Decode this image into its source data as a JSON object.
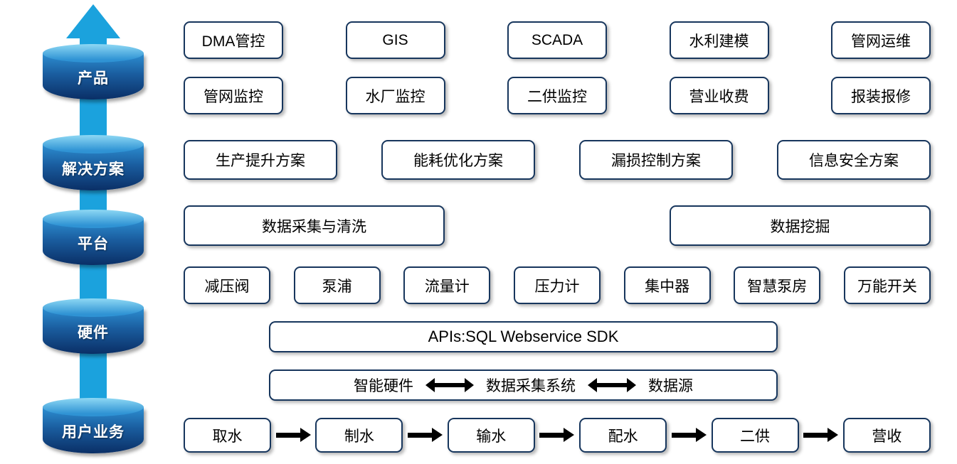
{
  "axis_levels": [
    "产品",
    "解决方案",
    "平台",
    "硬件",
    "用户业务"
  ],
  "product_apps_row1": [
    "DMA管控",
    "GIS",
    "SCADA",
    "水利建模",
    "管网运维"
  ],
  "product_apps_row2": [
    "管网监控",
    "水厂监控",
    "二供监控",
    "营业收费",
    "报装报修"
  ],
  "solutions": [
    "生产提升方案",
    "能耗优化方案",
    "漏损控制方案",
    "信息安全方案"
  ],
  "platform_modules": [
    "数据采集与清洗",
    "数据挖掘"
  ],
  "hardware_devices": [
    "减压阀",
    "泵浦",
    "流量计",
    "压力计",
    "集中器",
    "智慧泵房",
    "万能开关"
  ],
  "api_bar": "APIs:SQL Webservice SDK",
  "data_flow": [
    "智能硬件",
    "数据采集系统",
    "数据源"
  ],
  "business_flow": [
    "取水",
    "制水",
    "输水",
    "配水",
    "二供",
    "营收"
  ],
  "colors": {
    "arrow_blue": "#1ba2dd",
    "cylinder_dark": "#0a2f66",
    "cylinder_light": "#8ed8f4",
    "box_border": "#17365d",
    "connector_black": "#000000"
  }
}
